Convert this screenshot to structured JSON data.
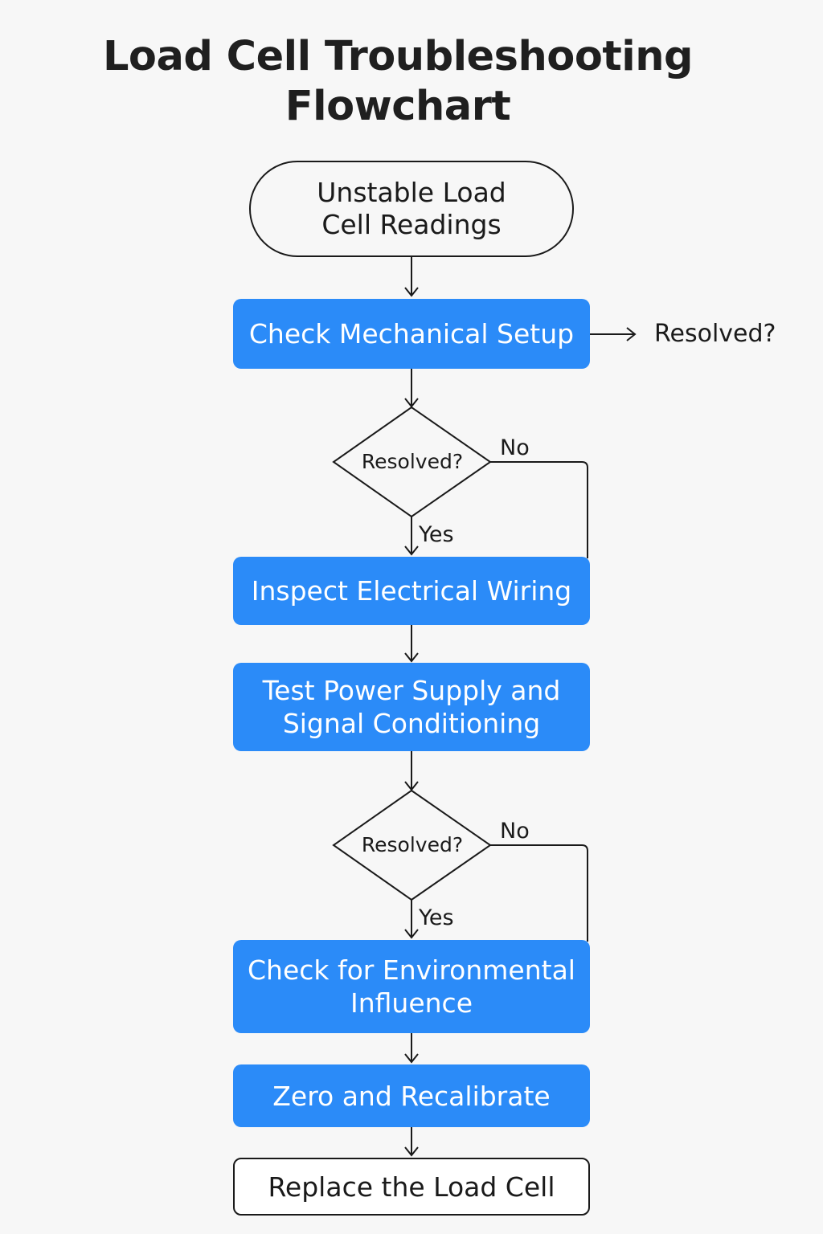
{
  "title": {
    "line1": "Load Cell Troubleshooting",
    "line2": "Flowchart"
  },
  "nodes": {
    "start": {
      "line1": "Unstable Load",
      "line2": "Cell Readings"
    },
    "mechanical": {
      "label": "Check Mechanical Setup"
    },
    "side_question": {
      "label": "Resolved?"
    },
    "decision1": {
      "label": "Resolved?",
      "no": "No",
      "yes": "Yes"
    },
    "wiring": {
      "label": "Inspect Electrical Wiring"
    },
    "power": {
      "line1": "Test Power Supply and",
      "line2": "Signal Conditioning"
    },
    "decision2": {
      "label": "Resolved?",
      "no": "No",
      "yes": "Yes"
    },
    "environment": {
      "line1": "Check for Environmental",
      "line2": "Influence"
    },
    "recalibrate": {
      "label": "Zero and Recalibrate"
    },
    "replace": {
      "label": "Replace the Load Cell"
    }
  },
  "colors": {
    "process_fill": "#2b8bf8",
    "process_text": "#ffffff",
    "stroke": "#1a1a1a",
    "background": "#f7f7f7"
  }
}
